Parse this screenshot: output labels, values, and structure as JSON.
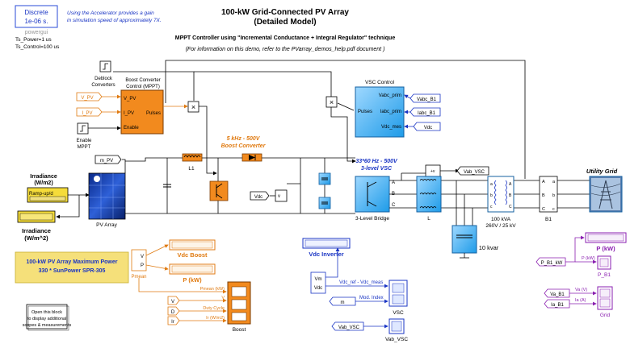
{
  "powergui": {
    "mode": "Discrete",
    "ts": "1e-06 s.",
    "name": "powergui",
    "ts_power": "Ts_Power=1 us",
    "ts_control": "Ts_Control=100 us"
  },
  "accelerator_note": [
    "Using the Accelerator provides a gain",
    "in simulation speed of approximately 7X."
  ],
  "title": {
    "line1": "100-kW Grid-Connected PV Array",
    "line2": "(Detailed Model)",
    "subtitle": "MPPT Controller using  \"Incremental Conductance + Integral Regulator\"  technique",
    "note": "(For information on this demo,  refer to the PVarray_demos_help.pdf document )"
  },
  "blocks": {
    "deblock": [
      "Deblock",
      "Converters"
    ],
    "boost_ctrl_title": [
      "Boost Converter",
      "Control (MPPT)"
    ],
    "boost_ctrl_ports": {
      "in": [
        "V_PV",
        "I_PV",
        "Enable"
      ],
      "out": "Pulses"
    },
    "enable_mppt": [
      "Enable",
      "MPPT"
    ],
    "v_pv_tag": "V_PV",
    "i_pv_tag": "I_PV",
    "m_pv_tag": "m_PV",
    "boost_label": [
      "5 kHz - 500V",
      "Boost Converter"
    ],
    "l1": "L1",
    "vsc_control": {
      "title": "VSC Control",
      "in": [
        "Vabc_prim",
        "Iabc_prim",
        "Vdc_mes"
      ],
      "out": "Pulses"
    },
    "vsc_tags": [
      "Vabc_B1",
      "Iabc_B1",
      "Vdc"
    ],
    "vsc_label": [
      "33*60 Hz - 500V",
      "3-level VSC"
    ],
    "bridge": "3-Level Bridge",
    "l_filter": "L",
    "transformer": [
      "100 kVA",
      "260V / 25 kV"
    ],
    "b1": "B1",
    "cap_bank": "10 kvar",
    "utility_grid": "Utility Grid",
    "vab_vsc_tag": "Vab_VSC",
    "vdc_tag": "Vdc",
    "irradiance_w": [
      "Irradiance",
      "(W/m2)"
    ],
    "ramp": [
      "Ramp-up/d"
    ],
    "irradiance_scope": [
      "Irradiance",
      "(W/m^2)"
    ],
    "pv_array": "PV Array",
    "pv_note": [
      "100-kW  PV Array Maximum Power",
      "330 * SunPower SPR-305"
    ],
    "mux_ports": [
      "V",
      "P"
    ],
    "pmean": "Pmean",
    "vdc_boost": "Vdc Boost",
    "p_kw": "P (kW)",
    "boost_scope_ports": [
      "Pmean (kW)",
      "V",
      "Duty Cycle",
      "Ir (W/m2)"
    ],
    "boost_inputs": [
      "V",
      "D",
      "Ir"
    ],
    "boost_scope": "Boost",
    "open_block": [
      "Open this block",
      "to display additional",
      "scopes & measurements"
    ],
    "vdc_inverter": "Vdc Inverter",
    "vsc_scope_ports": [
      "Vm",
      "Vdc"
    ],
    "vdc_ref": "Vdc_ref - Vdc_meas",
    "mod_index": "Mod. Index",
    "m_tag": "m",
    "vsc_scope": "VSC",
    "vab_vsc_scope": "Vab_VSC",
    "vab_vsc_in": "Vab_VSC",
    "p_kw_right": "P (kW)",
    "p_b1_kw": "P_B1_kW",
    "p_b1": "P_B1",
    "va_b1": "Va_B1",
    "ia_b1": "Ia_B1",
    "grid_ports": [
      "Va (V)",
      "Ia (A)"
    ],
    "grid_scope": "Grid"
  }
}
